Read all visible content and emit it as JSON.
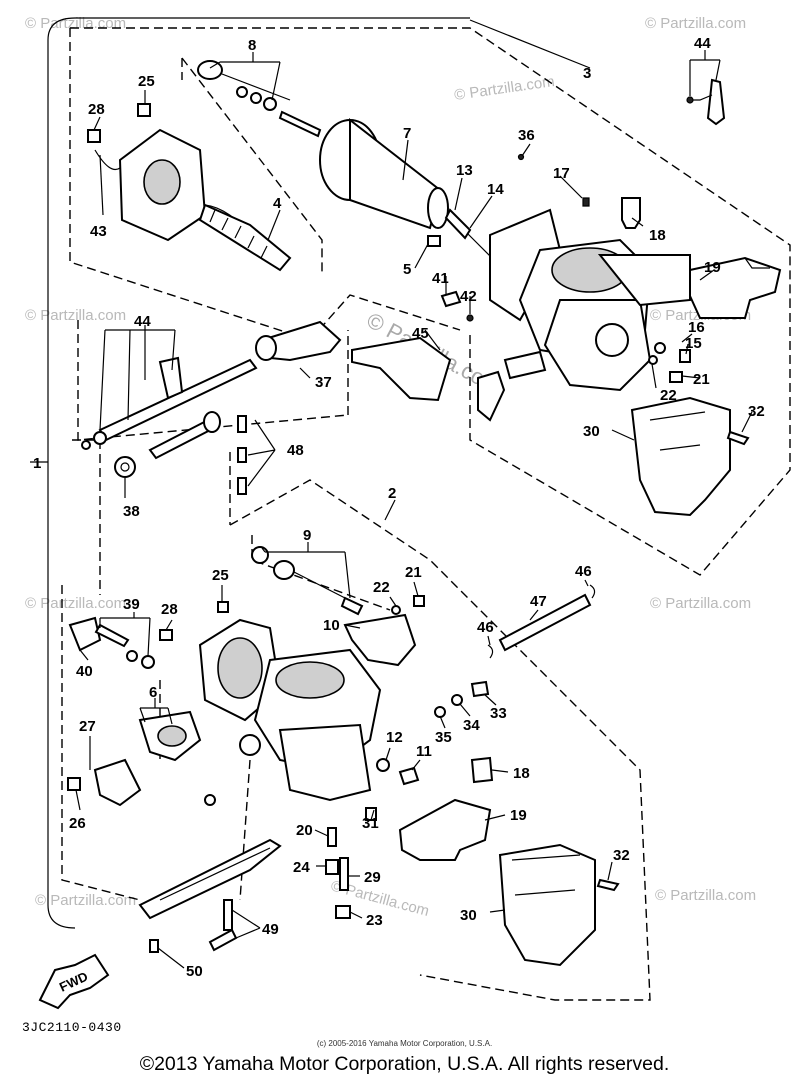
{
  "diagram": {
    "code": "3JC2110-0430",
    "small_copyright": "(c) 2005-2016 Yamaha Motor Corporation, U.S.A.",
    "copyright": "©2013 Yamaha Motor Corporation, U.S.A. All rights reserved.",
    "fwd_label": "FWD",
    "watermark": "© Partzilla.com",
    "watermark_small": "© Partzilla.com",
    "callouts": {
      "c1": "1",
      "c2": "2",
      "c3": "3",
      "c4": "4",
      "c5": "5",
      "c6": "6",
      "c7": "7",
      "c8": "8",
      "c9": "9",
      "c10": "10",
      "c11": "11",
      "c12": "12",
      "c13": "13",
      "c14": "14",
      "c15": "15",
      "c16": "16",
      "c17": "17",
      "c18a": "18",
      "c18b": "18",
      "c19a": "19",
      "c19b": "19",
      "c20": "20",
      "c21a": "21",
      "c21b": "21",
      "c22a": "22",
      "c22b": "22",
      "c23": "23",
      "c24": "24",
      "c25a": "25",
      "c25b": "25",
      "c26": "26",
      "c27": "27",
      "c28a": "28",
      "c28b": "28",
      "c29": "29",
      "c30a": "30",
      "c30b": "30",
      "c31": "31",
      "c32a": "32",
      "c32b": "32",
      "c33": "33",
      "c34": "34",
      "c35": "35",
      "c36": "36",
      "c37": "37",
      "c38": "38",
      "c39": "39",
      "c40": "40",
      "c41": "41",
      "c42": "42",
      "c43": "43",
      "c44a": "44",
      "c44b": "44",
      "c45": "45",
      "c46a": "46",
      "c46b": "46",
      "c47": "47",
      "c48": "48",
      "c49": "49",
      "c50": "50"
    }
  }
}
